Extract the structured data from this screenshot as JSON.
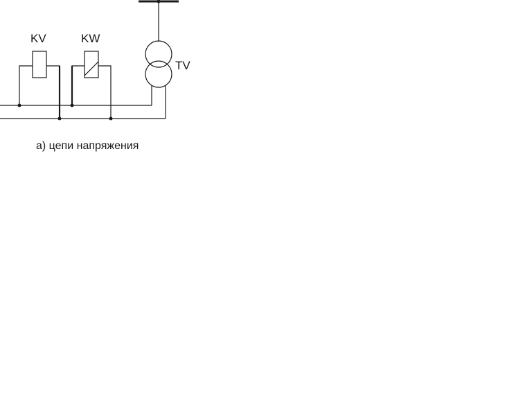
{
  "labels": {
    "relay_kv": "KV",
    "relay_kw": "KW",
    "transformer": "TV"
  },
  "caption": "а) цепи напряжения",
  "colors": {
    "line": "#1a1a1a",
    "background": "#ffffff"
  }
}
